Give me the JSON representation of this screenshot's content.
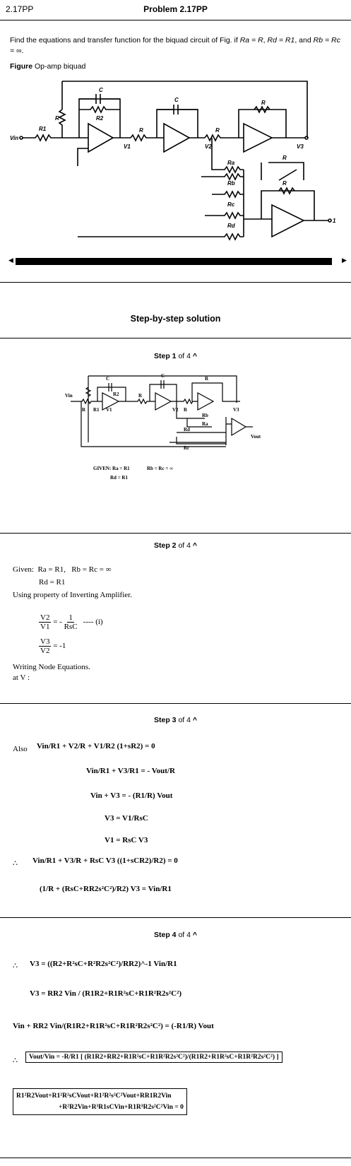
{
  "header": {
    "left": "2.17PP",
    "center": "Problem  2.17PP"
  },
  "problem": {
    "text_start": "Find the equations and transfer function for the biquad circuit of Fig. if ",
    "cond1": "Ra = R",
    "sep1": ", ",
    "cond2": "Rd = R1",
    "sep2": ", and ",
    "cond3": "Rb = Rc = ∞",
    "end": "."
  },
  "figure": {
    "label": "Figure",
    "caption": "Op-amp biquad"
  },
  "fig1": {
    "labels": {
      "c1": "C",
      "r2": "R2",
      "r_left": "R",
      "r1": "R1",
      "vin": "Vin",
      "v1": "V1",
      "r_mid": "R",
      "c2": "C",
      "v2": "V2",
      "r3": "R",
      "r4": "R",
      "v3": "V3",
      "ra": "Ra",
      "rb": "Rb",
      "rc": "Rc",
      "rd": "Rd",
      "r_top2": "R",
      "r5": "R",
      "out": "1"
    }
  },
  "solution_title": "Step-by-step solution",
  "steps": [
    {
      "label": "Step",
      "num": "1",
      "of": "of 4",
      "caret": "^"
    },
    {
      "label": "Step",
      "num": "2",
      "of": "of 4",
      "caret": "^"
    },
    {
      "label": "Step",
      "num": "3",
      "of": "of 4",
      "caret": "^"
    },
    {
      "label": "Step",
      "num": "4",
      "of": "of 4",
      "caret": "^"
    }
  ],
  "fig2": {
    "labels": {
      "vin": "Vin",
      "r_left": "R",
      "c1": "C",
      "r2": "R2",
      "r1": "R1",
      "v1": "V1",
      "r_mid": "R",
      "c2": "C",
      "v2": "V2",
      "r3": "R",
      "r4": "R",
      "v3": "V3",
      "rb": "Rb",
      "ra": "Ra",
      "rd": "Rd",
      "rc": "Rc",
      "vout": "Vout"
    },
    "given1": "GIVEN: Ra = R1",
    "given2": "Rb = Rc = ∞",
    "given3": "Rd = R1"
  },
  "step2": {
    "given": "Given:",
    "g1": "Ra = R1,",
    "g2": "Rb = Rc = ∞",
    "g3": "Rd = R1",
    "prop": "Using property of Inverting Amplifier.",
    "eq1_lhs_n": "V2",
    "eq1_lhs_d": "V1",
    "eq1_rhs_pre": "= -",
    "eq1_rhs_n": "1",
    "eq1_rhs_d": "RsC",
    "eq1_tag": "----  (i)",
    "eq2_lhs_n": "V3",
    "eq2_lhs_d": "V2",
    "eq2_rhs": "= -1",
    "node": "Writing Node Equations.",
    "at": "at  V :"
  },
  "step3": {
    "also": "Also",
    "l1": "Vin/R1 + V2/R + V1/R2 (1+sR2) = 0",
    "l2": "Vin/R1 + V3/R1 = - Vout/R",
    "l3": "Vin + V3 = - (R1/R) Vout",
    "l4": "V3 = V1/RsC",
    "l5": "V1 = RsC  V3",
    "therefore": "∴",
    "l6": "Vin/R1 + V3/R + RsC V3 ((1+sCR2)/R2) = 0",
    "l7": "(1/R + (RsC+RR2s²C²)/R2) V3 = Vin/R1"
  },
  "step4": {
    "therefore": "∴",
    "l1": "V3 = ((R2+R²sC+R²R2s²C²)/RR2)^-1 Vin/R1",
    "l2": "V3 = RR2 Vin / (R1R2+R1R²sC+R1R²R2s²C²)",
    "l3": "Vin + RR2 Vin/(R1R2+R1R²sC+R1R²R2s²C²) = (-R1/R) Vout",
    "l4": "Vout/Vin = -R/R1 [ (R1R2+RR2+R1R²sC+R1R²R2s²C²)/(R1R2+R1R²sC+R1R²R2s²C²) ]",
    "l5a": "R1²R2Vout+R1²R²sCVout+R1²R²s²C²Vout+RR1R2Vin",
    "l5b": "+R²R2Vin+R³R1sCVin+R1R³R2s²C²Vin = 0"
  }
}
